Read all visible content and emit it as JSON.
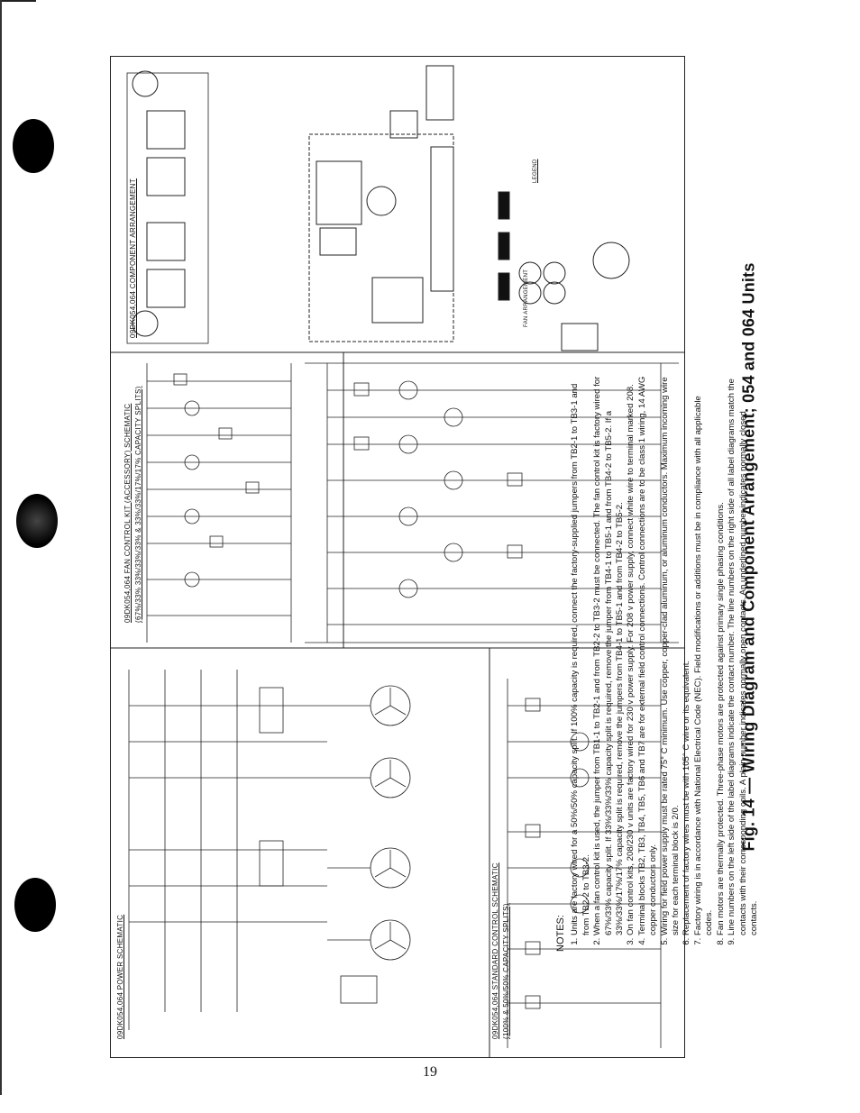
{
  "page": {
    "page_number": "19",
    "figure_title": "Fig. 14 — Wiring Diagram and Component Arrangement; 054 and 064 Units"
  },
  "diagrams": {
    "component_arrangement_title": "09DK054,064 COMPONENT ARRANGEMENT",
    "fan_control_title_1": "09DK054,064 FAN CONTROL KIT (ACCESSORY) SCHEMATIC",
    "fan_control_title_2": "(67%/33% 33%/33%/33% & 33%/33%/17%/17% CAPACITY SPLITS)",
    "power_schematic_title": "09DK054,064 POWER SCHEMATIC",
    "standard_control_title_1": "09DK054,064 STANDARD CONTROL SCHEMATIC",
    "standard_control_title_2": "(100% & 50%/50% CAPACITY SPLITS)",
    "legend_title": "LEGEND",
    "fan_arrangement_label": "FAN ARRANGEMENT"
  },
  "notes": {
    "heading": "NOTES:",
    "items": [
      "Units are factory wired for a 50%/50% capacity split. If 100% capacity is required, connect the factory-supplied jumpers from TB2-1 to TB3-1 and from TB2-2 to TB3-2.",
      "When a fan control kit is used, the jumper from TB1-1 to TB2-1 and from TB2-2 to TB3-2 must be connected. The fan control kit is factory wired for 67%/33% capacity split. If 33%/33%/33% capacity split is required, remove the jumper from TB4-1 to TB5-1 and from TB4-2 to TB5-2. If a 33%/33%/17%/17% capacity split is required, remove the jumpers from TB4-1 to TB5-1 and from TB4-2 to TB5-2.",
      "On fan control kits, 208/230 v units are factory wired for 230 v power supply. For 208 v power supply, connect white wire to terminal marked 208.",
      "Terminal blocks TB2, TB3, TB4, TB5, TB6 and TB7 are for external field control connections. Control connections are to be class 1 wiring, 14 AWG copper conductors only.",
      "Wiring for field power supply must be rated 75° C minimum. Use copper, copper-clad aluminum, or aluminum conductors. Maximum incoming wire size for each terminal block is 2/0.",
      "Replacement of factory wires must be with 105° C wire or its equivalent.",
      "Factory wiring is in accordance with National Electrical Code (NEC). Field modifications or additions must be in compliance with all applicable codes.",
      "Fan motors are thermally protected. Three-phase motors are protected against primary single phasing conditions.",
      "Line numbers on the left side of the label diagrams indicate the contact number. The line numbers on the right side of all label diagrams match the contacts with their corresponding coils. A plain number indicates normally open contacts. An underlined number indicates normally closed contacts."
    ]
  }
}
